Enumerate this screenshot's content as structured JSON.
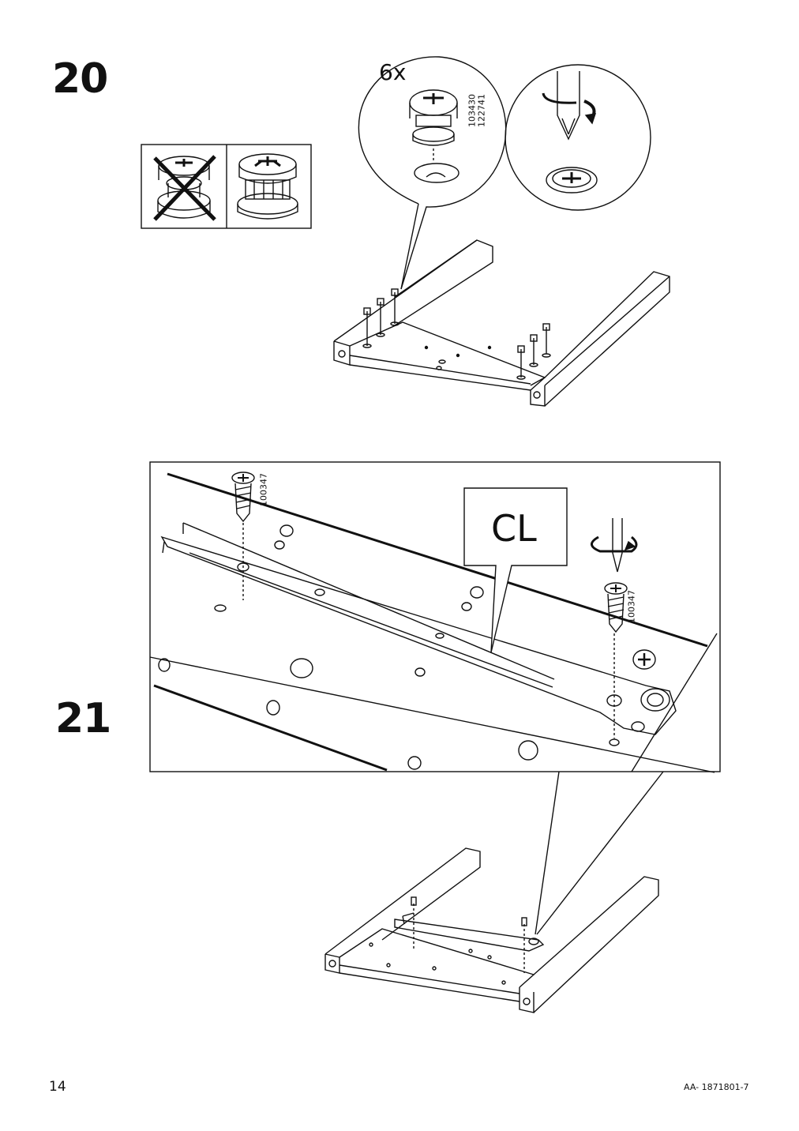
{
  "page": {
    "page_number": "14",
    "document_code": "AA- 1871801-7"
  },
  "step20": {
    "number": "20",
    "quantity": "6x",
    "part_codes": [
      "103430",
      "122741"
    ]
  },
  "step21": {
    "number": "21",
    "label": "CL",
    "part_code_left": "100347",
    "part_code_right": "100347"
  }
}
